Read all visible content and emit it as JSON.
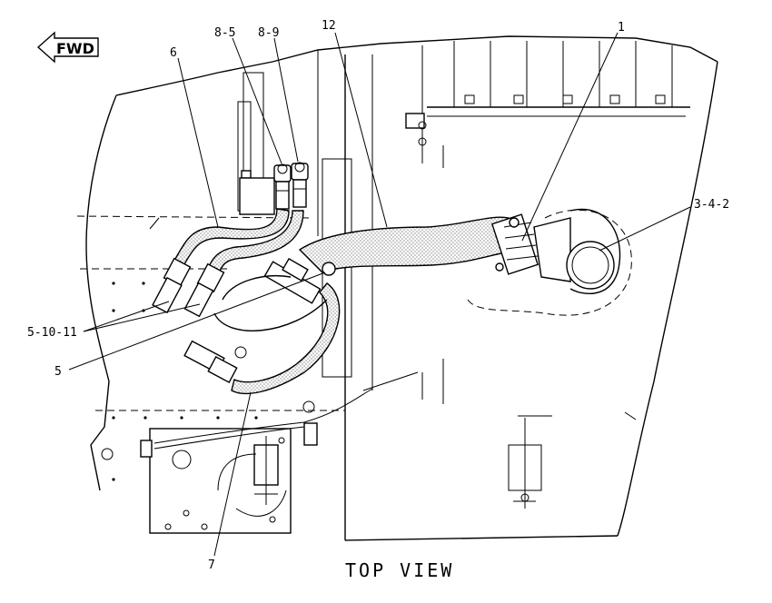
{
  "direction_arrow": {
    "label": "FWD"
  },
  "view_title": "TOP VIEW",
  "callouts": [
    {
      "id": "c6",
      "label": "6"
    },
    {
      "id": "c8-5",
      "label": "8-5"
    },
    {
      "id": "c8-9",
      "label": "8-9"
    },
    {
      "id": "c12",
      "label": "12"
    },
    {
      "id": "c1",
      "label": "1"
    },
    {
      "id": "c3-4-2",
      "label": "3-4-2"
    },
    {
      "id": "c5-10-11",
      "label": "5-10-11"
    },
    {
      "id": "c5",
      "label": "5"
    },
    {
      "id": "c7",
      "label": "7"
    }
  ]
}
